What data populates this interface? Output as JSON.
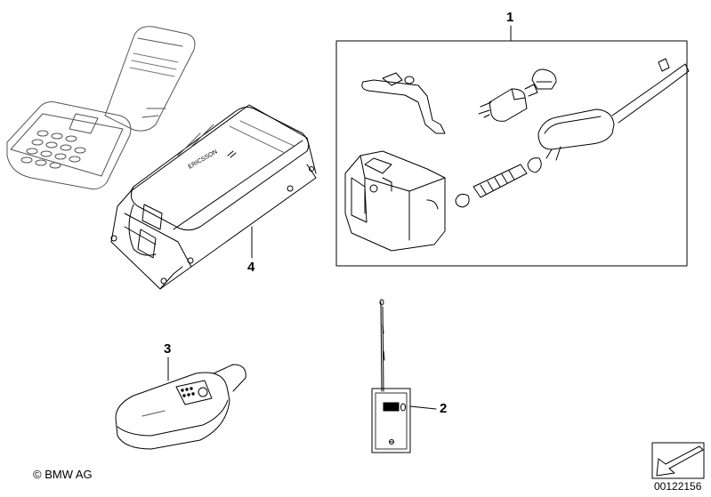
{
  "callouts": {
    "kit": "1",
    "handheld": "2",
    "remote": "3",
    "transceiver": "4"
  },
  "device_text": {
    "transceiver_brand": "ERICSSON"
  },
  "footer": {
    "copyright": "© BMW AG",
    "document_number": "00122156"
  },
  "icons": [
    "phone-handset-icon",
    "transceiver-unit-icon",
    "remote-key-icon",
    "handheld-radio-icon",
    "heater-kit-icon",
    "navigation-arrow-icon"
  ]
}
